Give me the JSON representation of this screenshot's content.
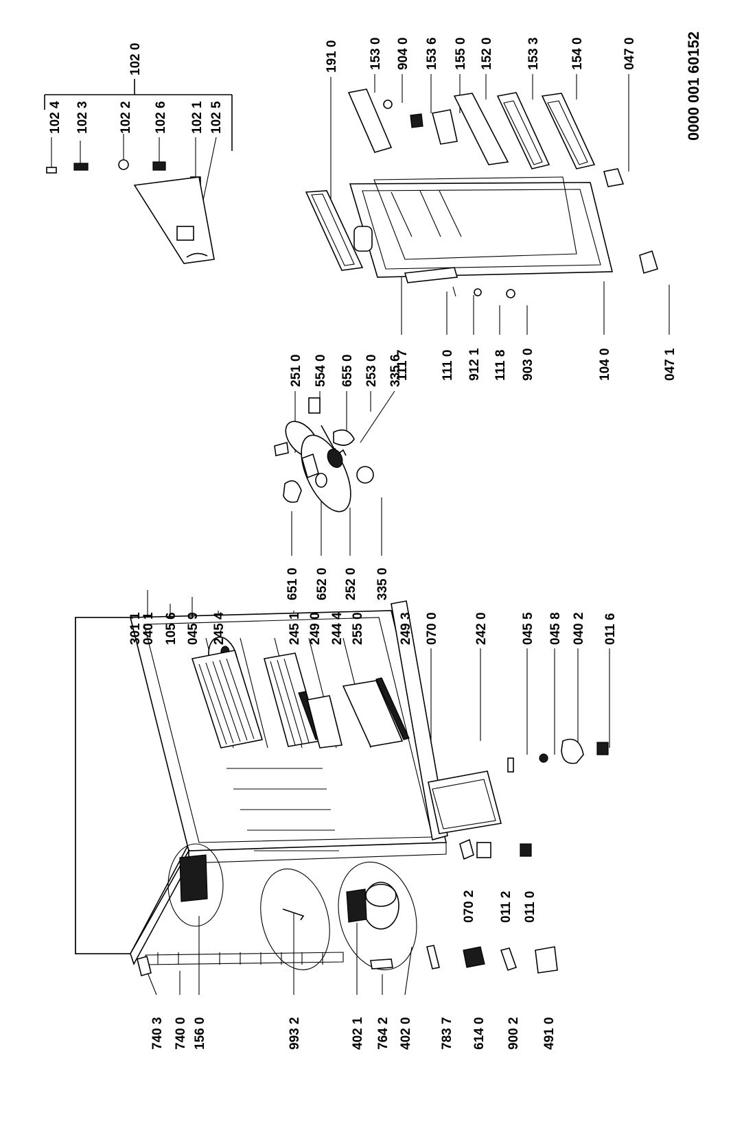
{
  "document_number": "0000 001 60152",
  "parts": [
    {
      "id": "p1024",
      "label": "102 4"
    },
    {
      "id": "p1023",
      "label": "102 3"
    },
    {
      "id": "p1022",
      "label": "102 2"
    },
    {
      "id": "p1026",
      "label": "102 6"
    },
    {
      "id": "p1021",
      "label": "102 1"
    },
    {
      "id": "p1025",
      "label": "102 5"
    },
    {
      "id": "p1020",
      "label": "102 0"
    },
    {
      "id": "p1910",
      "label": "191 0"
    },
    {
      "id": "p1530",
      "label": "153 0"
    },
    {
      "id": "p9040",
      "label": "904 0"
    },
    {
      "id": "p1536",
      "label": "153 6"
    },
    {
      "id": "p1550",
      "label": "155 0"
    },
    {
      "id": "p1520",
      "label": "152 0"
    },
    {
      "id": "p1533",
      "label": "153 3"
    },
    {
      "id": "p1540",
      "label": "154 0"
    },
    {
      "id": "p0470",
      "label": "047 0"
    },
    {
      "id": "p2510",
      "label": "251 0"
    },
    {
      "id": "p5540",
      "label": "554 0"
    },
    {
      "id": "p6550",
      "label": "655 0"
    },
    {
      "id": "p2530",
      "label": "253 0"
    },
    {
      "id": "p3356",
      "label": "335 6"
    },
    {
      "id": "p1117",
      "label": "111 7"
    },
    {
      "id": "p1110",
      "label": "111 0"
    },
    {
      "id": "p9121",
      "label": "912 1"
    },
    {
      "id": "p1118",
      "label": "111 8"
    },
    {
      "id": "p9030",
      "label": "903 0"
    },
    {
      "id": "p1040",
      "label": "104 0"
    },
    {
      "id": "p0471",
      "label": "047 1"
    },
    {
      "id": "p6510",
      "label": "651 0"
    },
    {
      "id": "p6520",
      "label": "652 0"
    },
    {
      "id": "p2520",
      "label": "252 0"
    },
    {
      "id": "p3350",
      "label": "335 0"
    },
    {
      "id": "p3011",
      "label": "301 1"
    },
    {
      "id": "p0401",
      "label": "040 1"
    },
    {
      "id": "p1056",
      "label": "105 6"
    },
    {
      "id": "p0459",
      "label": "045 9"
    },
    {
      "id": "p2454",
      "label": "245 4"
    },
    {
      "id": "p2451",
      "label": "245 1"
    },
    {
      "id": "p2490",
      "label": "249 0"
    },
    {
      "id": "p2444",
      "label": "244 4"
    },
    {
      "id": "p2550",
      "label": "255 0"
    },
    {
      "id": "p2493",
      "label": "249 3"
    },
    {
      "id": "p0700",
      "label": "070 0"
    },
    {
      "id": "p2420",
      "label": "242 0"
    },
    {
      "id": "p0455",
      "label": "045 5"
    },
    {
      "id": "p0458",
      "label": "045 8"
    },
    {
      "id": "p0402",
      "label": "040 2"
    },
    {
      "id": "p0116",
      "label": "011 6"
    },
    {
      "id": "p0702",
      "label": "070 2"
    },
    {
      "id": "p0112",
      "label": "011 2"
    },
    {
      "id": "p0110",
      "label": "011 0"
    },
    {
      "id": "p7403",
      "label": "740 3"
    },
    {
      "id": "p7400",
      "label": "740 0"
    },
    {
      "id": "p1560",
      "label": "156 0"
    },
    {
      "id": "p9932",
      "label": "993 2"
    },
    {
      "id": "p4021",
      "label": "402 1"
    },
    {
      "id": "p7642",
      "label": "764 2"
    },
    {
      "id": "p4020",
      "label": "402 0"
    },
    {
      "id": "p7837",
      "label": "783 7"
    },
    {
      "id": "p6140",
      "label": "614 0"
    },
    {
      "id": "p9002",
      "label": "900 2"
    },
    {
      "id": "p4910",
      "label": "491 0"
    }
  ]
}
